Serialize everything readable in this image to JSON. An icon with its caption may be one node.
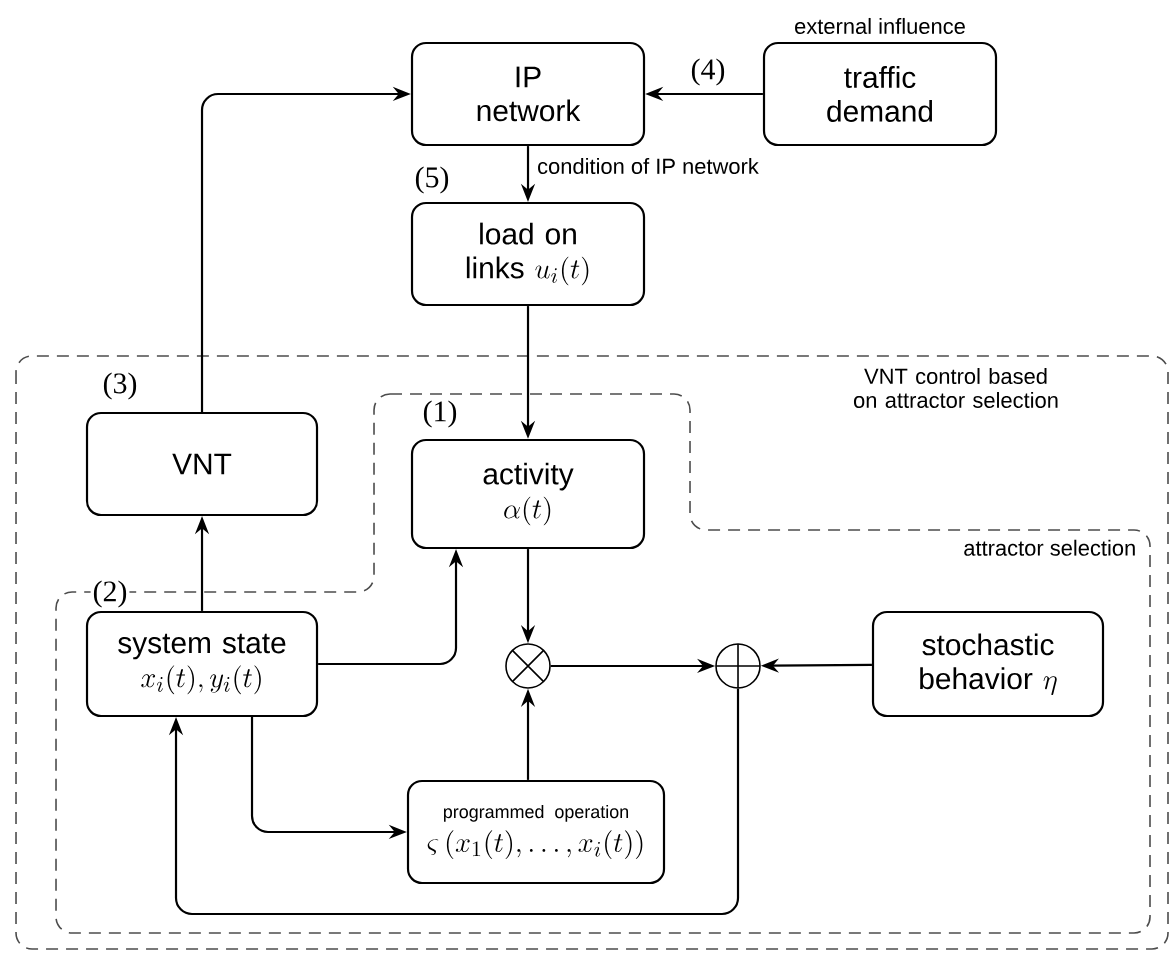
{
  "diagram": {
    "nodes": [
      {
        "text": [
          "IP network"
        ]
      },
      {
        "text": [
          "traffic demand"
        ],
        "beside": [
          "external influence"
        ]
      },
      {
        "text": [
          "load on links",
          "u_i(t)"
        ]
      },
      {
        "text": [
          "VNT control based on attractor selection"
        ]
      },
      {
        "text": [
          "attractor selection"
        ],
        "in": 3
      },
      {
        "text": [
          "VNT"
        ],
        "in": 3
      },
      {
        "text": [
          "activity",
          "\\alpha(t)"
        ],
        "in": 4
      },
      {
        "text": [
          "system state",
          "x_i(t), y_i(t)"
        ],
        "in": 4
      },
      {
        "text": [],
        "shape": "circle",
        "in": 4
      },
      {
        "text": [],
        "shape": "circle",
        "in": 4
      },
      {
        "text": [
          "stochastic behavior",
          "\\eta"
        ],
        "in": 4
      },
      {
        "text": [
          "programmed operation",
          "\\varsigma\\left(x_1(t),\\ldots,x_i(t)\\right)"
        ],
        "in": 4
      }
    ],
    "edges": [
      {
        "from": 5,
        "to": 0,
        "arrow": "to"
      },
      {
        "from": 1,
        "to": 0,
        "arrow": "to"
      },
      {
        "from": 0,
        "to": 2,
        "arrow": "to",
        "label": "condition of IP network"
      },
      {
        "from": 2,
        "to": 6,
        "arrow": "to"
      },
      {
        "from": 7,
        "to": 5,
        "arrow": "to"
      },
      {
        "from": 7,
        "to": 6,
        "arrow": "to"
      },
      {
        "from": 6,
        "to": 8,
        "arrow": "to"
      },
      {
        "from": 11,
        "to": 8,
        "arrow": "to"
      },
      {
        "from": 8,
        "to": 9,
        "arrow": "to"
      },
      {
        "from": 10,
        "to": 9,
        "arrow": "to"
      },
      {
        "from": 9,
        "to": 7,
        "arrow": "to"
      },
      {
        "from": 7,
        "to": 11,
        "arrow": "to"
      }
    ],
    "labels": [
      "(4)",
      "(5)",
      "(3)",
      "(1)",
      "(2)"
    ]
  }
}
